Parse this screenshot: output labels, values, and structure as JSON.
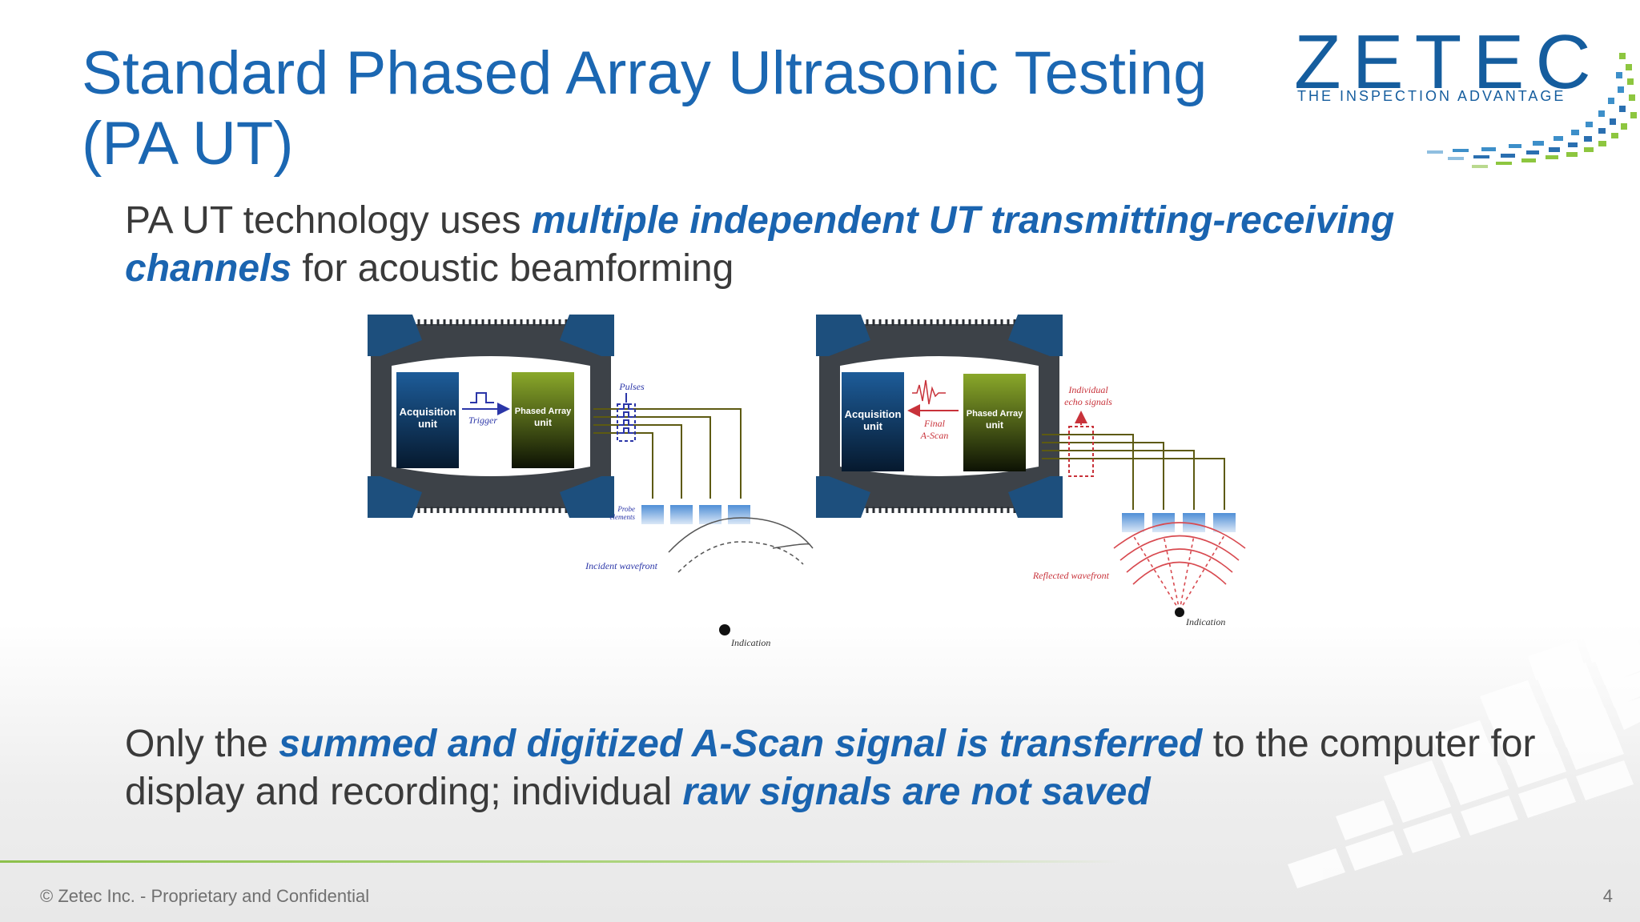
{
  "slide": {
    "title_line1": "Standard Phased Array Ultrasonic Testing",
    "title_line2": "(PA UT)",
    "logo": {
      "word": "ZETEC",
      "tagline": "THE INSPECTION ADVANTAGE"
    },
    "para1": {
      "pre": "PA UT technology uses ",
      "emph": "multiple independent UT transmitting-receiving channels",
      "post": " for acoustic beamforming"
    },
    "para2": {
      "pre": "Only the ",
      "emph1": "summed and digitized A-Scan signal is transferred",
      "mid": " to the computer for display and recording; individual ",
      "emph2": "raw signals are not saved"
    },
    "footer": "© Zetec Inc. - Proprietary and Confidential",
    "page_number": "4"
  },
  "diagram": {
    "left": {
      "acq_line1": "Acquisition",
      "acq_line2": "unit",
      "pa_line1": "Phased Array",
      "pa_line2": "unit",
      "trigger": "Trigger",
      "pulses": "Pulses",
      "probe_line1": "Probe",
      "probe_line2": "elements",
      "wavefront": "Incident wavefront",
      "indication": "Indication"
    },
    "right": {
      "acq_line1": "Acquisition",
      "acq_line2": "unit",
      "pa_line1": "Phased Array",
      "pa_line2": "unit",
      "final_line1": "Final",
      "final_line2": "A-Scan",
      "echo_line1": "Individual",
      "echo_line2": "echo signals",
      "wavefront": "Reflected wavefront",
      "indication": "Indication"
    }
  },
  "colors": {
    "title_blue": "#1b67b2",
    "emphasis_blue": "#1a64b0",
    "device_frame": "#3d4248",
    "device_bumper": "#1d4f7d",
    "acq_unit": "#0f3a66",
    "pa_unit": "#6f8b12",
    "red_annot": "#c8323a",
    "blue_annot": "#2b36a8",
    "footer_green": "#8cc04b"
  }
}
